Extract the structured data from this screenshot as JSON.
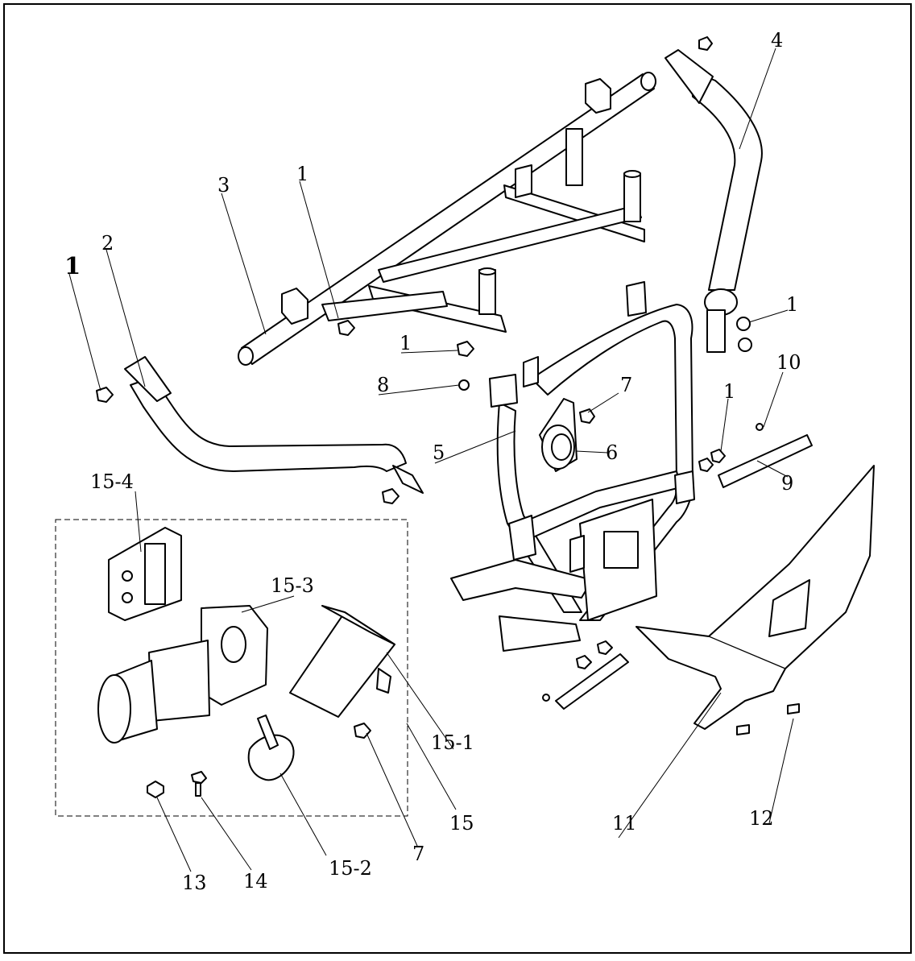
{
  "callouts": {
    "c1_big": "1",
    "c2": "2",
    "c3": "3",
    "c1_top": "1",
    "c4": "4",
    "c1_right": "1",
    "c1_mid": "1",
    "c8": "8",
    "c7_mid": "7",
    "c10": "10",
    "c1_bracket": "1",
    "c5": "5",
    "c6": "6",
    "c9": "9",
    "c15_4": "15-4",
    "c15_3": "15-3",
    "c15_1": "15-1",
    "c15": "15",
    "c7_bottom": "7",
    "c15_2": "15-2",
    "c13": "13",
    "c14": "14",
    "c11": "11",
    "c12": "12"
  }
}
